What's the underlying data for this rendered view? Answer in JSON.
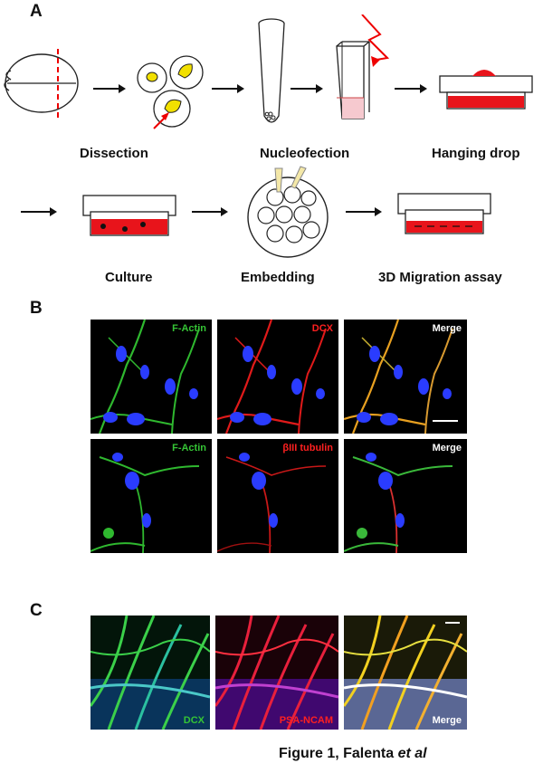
{
  "panels": {
    "a": "A",
    "b": "B",
    "c": "C"
  },
  "steps": {
    "dissection": "Dissection",
    "nucleofection": "Nucleofection",
    "hanging_drop": "Hanging drop",
    "culture": "Culture",
    "embedding": "Embedding",
    "migration": "3D Migration assay"
  },
  "panel_b": {
    "row1": [
      "F-Actin",
      "DCX",
      "Merge"
    ],
    "row2": [
      "F-Actin",
      "βIII tubulin",
      "Merge"
    ]
  },
  "panel_c": [
    "DCX",
    "PSA-NCAM",
    "Merge"
  ],
  "caption": {
    "main": "Figure 1, Falenta ",
    "italic": "et al"
  },
  "colors": {
    "green": "#35c435",
    "red": "#ff2020",
    "white": "#ffffff",
    "blue": "#2a3cff",
    "yellow": "#f2e000",
    "medium": "#e8141b"
  }
}
